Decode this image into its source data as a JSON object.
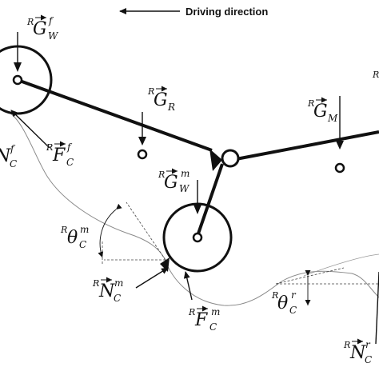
{
  "header": {
    "direction_text": "Driving direction"
  },
  "labels": {
    "gwf": {
      "pre": "R",
      "base": "G",
      "sup": "f",
      "sub": "W"
    },
    "gr": {
      "pre": "R",
      "base": "G",
      "sub": "R"
    },
    "gm": {
      "pre": "R",
      "base": "G",
      "sub": "M"
    },
    "gwm": {
      "pre": "R",
      "base": "G",
      "sup": "m",
      "sub": "W"
    },
    "ncf": {
      "base": "N",
      "sup": "f",
      "sub": "C"
    },
    "fcf": {
      "pre": "R",
      "base": "F",
      "sup": "f",
      "sub": "C"
    },
    "thcm": {
      "pre": "R",
      "base": "θ",
      "sup": "m",
      "sub": "C"
    },
    "ncm": {
      "pre": "R",
      "base": "N",
      "sup": "m",
      "sub": "C"
    },
    "fcm": {
      "pre": "R",
      "base": "F",
      "sup": "m",
      "sub": "C"
    },
    "thcr": {
      "pre": "R",
      "base": "θ",
      "sup": "r",
      "sub": "C"
    },
    "ncr": {
      "pre": "R",
      "base": "N",
      "sup": "r",
      "sub": "C"
    },
    "edge_r": {
      "pre": "R"
    }
  }
}
